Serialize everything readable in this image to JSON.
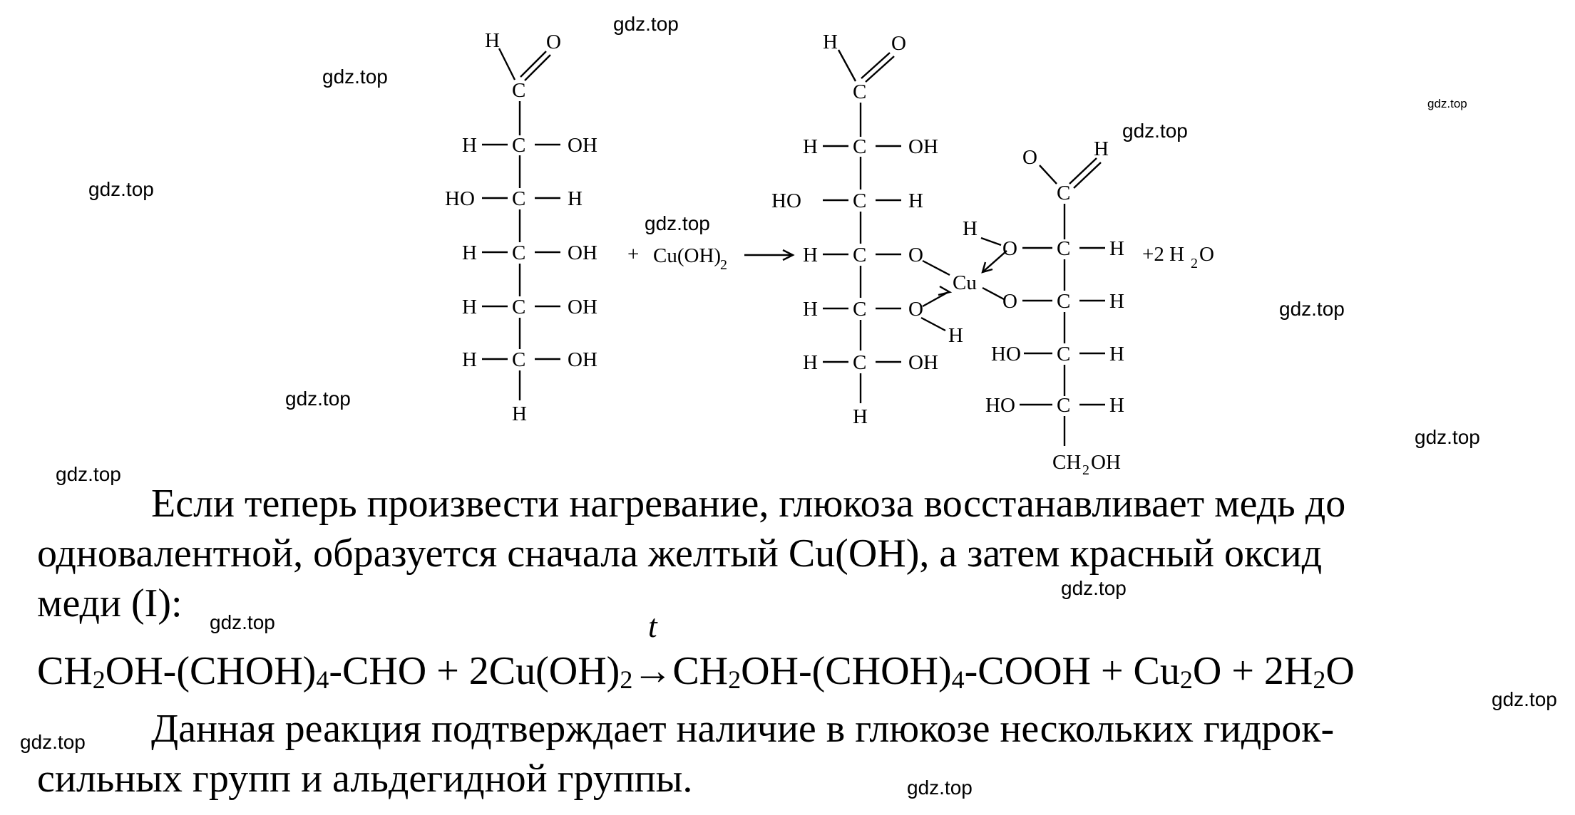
{
  "watermark": "gdz.top",
  "diagram": {
    "glucose": {
      "top_h": "H",
      "top_o": "O",
      "c1": "C",
      "rows": [
        {
          "left": "H",
          "c": "C",
          "right": "OH"
        },
        {
          "left": "HO",
          "c": "C",
          "right": "H"
        },
        {
          "left": "H",
          "c": "C",
          "right": "OH"
        },
        {
          "left": "H",
          "c": "C",
          "right": "OH"
        },
        {
          "left": "H",
          "c": "C",
          "right": "OH"
        }
      ],
      "bottom_h": "H"
    },
    "plus": "+",
    "reagent": "Cu(OH)",
    "reagent_sub": "2",
    "complex": {
      "left": {
        "top_h": "H",
        "top_o": "O",
        "c1": "C",
        "rows": [
          {
            "left": "H",
            "c": "C",
            "right": "OH"
          },
          {
            "left": "HO",
            "c": "C",
            "right": "H"
          },
          {
            "left": "H",
            "c": "C",
            "right": "O"
          },
          {
            "left": "H",
            "c": "C",
            "right": "O"
          },
          {
            "left": "H",
            "c": "C",
            "right": "OH"
          }
        ],
        "bottom_h": "H",
        "oh_h": "H"
      },
      "cu": "Cu",
      "right": {
        "top_o": "O",
        "top_h": "H",
        "c1": "C",
        "rows": [
          {
            "left": "O",
            "c": "C",
            "right": "H",
            "h": "H"
          },
          {
            "left": "O",
            "c": "C",
            "right": "H"
          },
          {
            "left": "HO",
            "c": "C",
            "right": "H"
          },
          {
            "left": "HO",
            "c": "C",
            "right": "H"
          }
        ],
        "bottom": "CH",
        "bottom_sub": "2",
        "bottom_tail": "OH"
      }
    },
    "water": "+2 H",
    "water_sub": "2",
    "water_tail": "O"
  },
  "text": {
    "p1_line1": "Если теперь произвести нагревание, глюкоза восстанавливает медь до",
    "p1_line2": "одновалентной, образуется сначала желтый Cu(OH), а затем красный оксид",
    "p1_line3": "меди (I):",
    "p2_line1": "Данная реакция подтверждает наличие в глюкозе нескольких гидрок-",
    "p2_line2": "сильных групп и альдегидной группы."
  },
  "equation": {
    "a": "CH",
    "a_sub": "2",
    "b": "OH-(CHOH)",
    "b_sub": "4",
    "c": "-CHO + 2Cu(OH)",
    "c_sub": "2",
    "arrow": "→",
    "arrow_cond": "t",
    "d": "CH",
    "d_sub": "2",
    "e": "OH-(CHOH)",
    "e_sub": "4",
    "f": "-COOH + Cu",
    "f_sub": "2",
    "g": "O + 2H",
    "g_sub": "2",
    "h": "O"
  }
}
